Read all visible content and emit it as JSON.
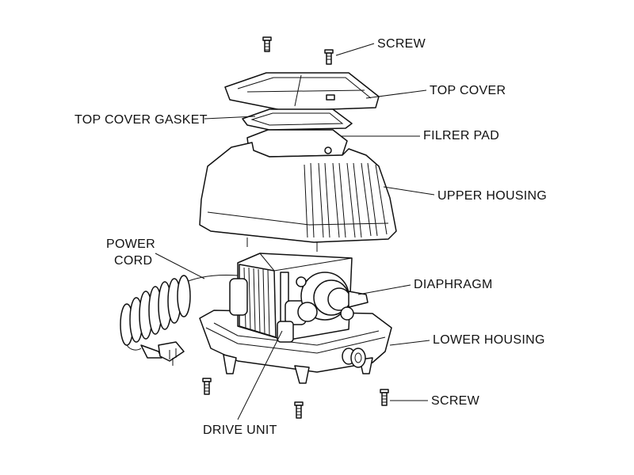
{
  "labels": {
    "screw_top": "SCREW",
    "top_cover": "TOP COVER",
    "top_cover_gasket": "TOP COVER GASKET",
    "filter_pad": "FILRER PAD",
    "upper_housing": "UPPER HOUSING",
    "power_cord_line1": "POWER",
    "power_cord_line2": "CORD",
    "diaphragm": "DIAPHRAGM",
    "lower_housing": "LOWER HOUSING",
    "screw_bottom": "SCREW",
    "drive_unit": "DRIVE UNIT"
  }
}
